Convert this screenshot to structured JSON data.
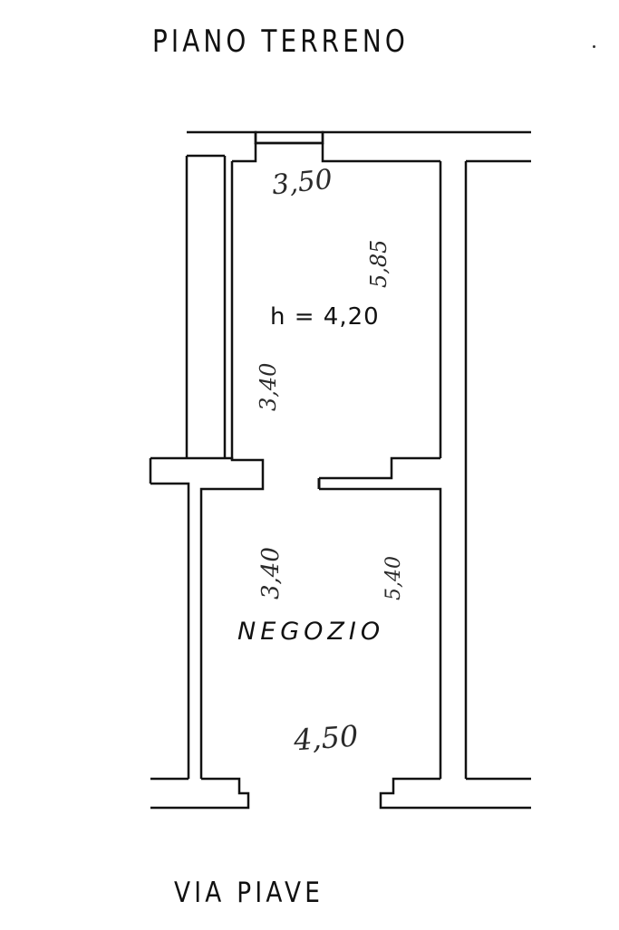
{
  "title": "PIANO TERRENO",
  "room": {
    "name": "NEGOZIO",
    "height_note": "h = 4,20"
  },
  "dimensions": {
    "top_width": "3,50",
    "right_upper": "5,85",
    "left_upper": "3,40",
    "left_lower": "3,40",
    "right_lower": "5,40",
    "bottom_width": "4,50"
  },
  "street": "VIA PIAVE",
  "colors": {
    "ink": "#111111",
    "paper": "#ffffff"
  }
}
